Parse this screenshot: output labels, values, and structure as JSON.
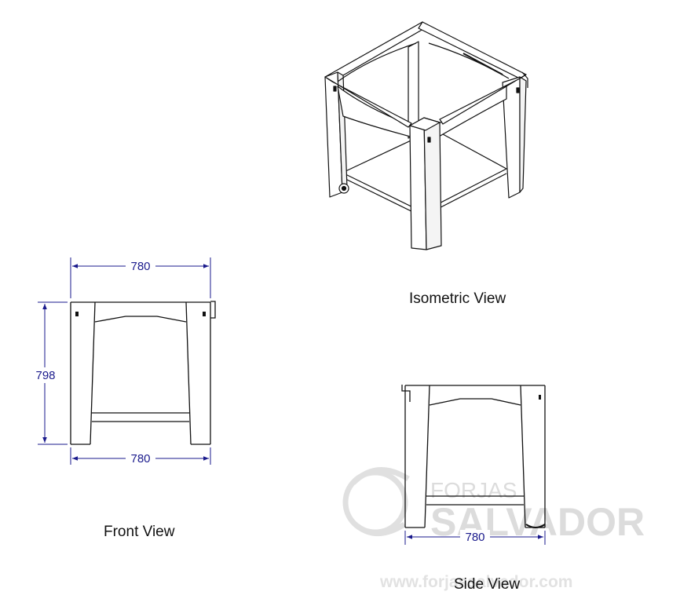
{
  "views": {
    "isometric_label": "Isometric View",
    "front_label": "Front View",
    "side_label": "Side View"
  },
  "dimensions": {
    "front_width_top": "780",
    "front_width_bottom": "780",
    "front_height": "798",
    "side_width": "780"
  },
  "watermark": {
    "brand_top": "FORJAS",
    "brand_main": "SALVADOR",
    "url": "www.forjassalvador.com"
  },
  "colors": {
    "line": "#111111",
    "dimension": "#1a1a8c",
    "watermark": "#dcdcdc"
  }
}
